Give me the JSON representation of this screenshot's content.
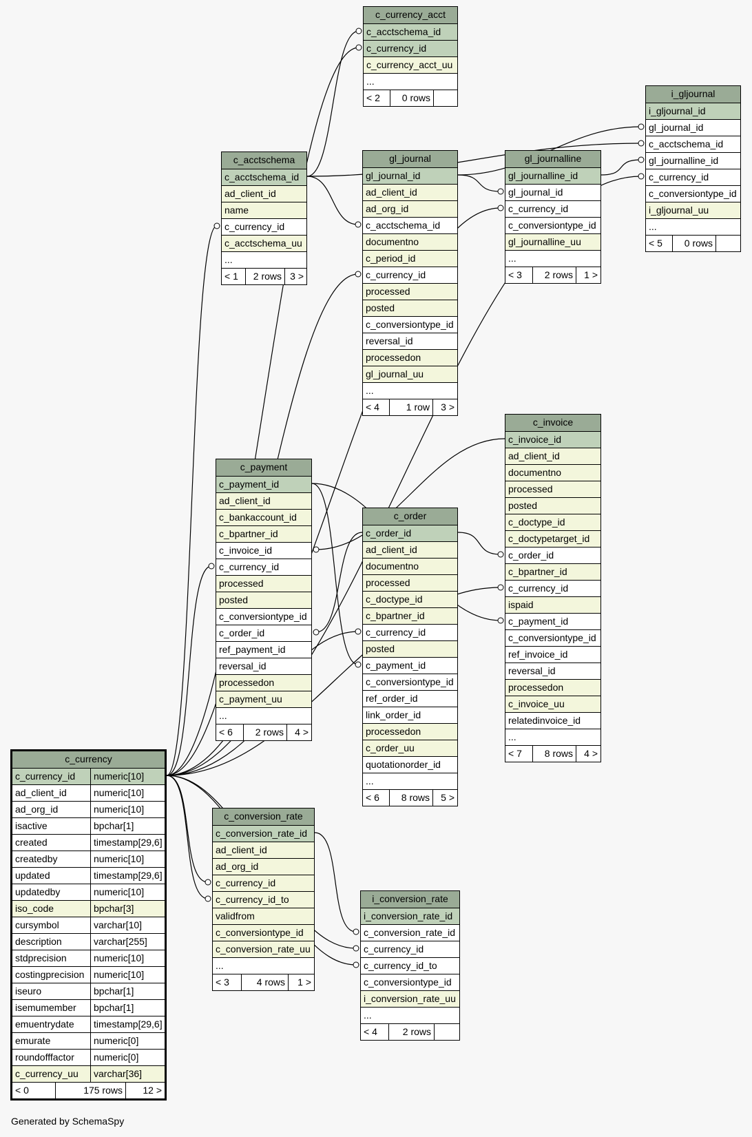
{
  "footer": "Generated by SchemaSpy",
  "tables": [
    {
      "name": "c_currency_acct",
      "rows": [
        [
          "c_acctschema_id",
          "pk"
        ],
        [
          "c_currency_id",
          "pk"
        ],
        [
          "c_currency_acct_uu",
          "idx"
        ],
        [
          "...",
          "fk"
        ]
      ],
      "footer": [
        "< 2",
        "0 rows",
        ""
      ]
    },
    {
      "name": "i_gljournal",
      "rows": [
        [
          "i_gljournal_id",
          "pk"
        ],
        [
          "gl_journal_id",
          "fk"
        ],
        [
          "c_acctschema_id",
          "fk"
        ],
        [
          "gl_journalline_id",
          "fk"
        ],
        [
          "c_currency_id",
          "fk"
        ],
        [
          "c_conversiontype_id",
          "fk"
        ],
        [
          "i_gljournal_uu",
          "idx"
        ],
        [
          "...",
          "fk"
        ]
      ],
      "footer": [
        "< 5",
        "0 rows",
        ""
      ]
    },
    {
      "name": "c_acctschema",
      "rows": [
        [
          "c_acctschema_id",
          "pk"
        ],
        [
          "ad_client_id",
          "idx"
        ],
        [
          "name",
          "idx"
        ],
        [
          "c_currency_id",
          "fk"
        ],
        [
          "c_acctschema_uu",
          "idx"
        ],
        [
          "...",
          "fk"
        ]
      ],
      "footer": [
        "< 1",
        "2 rows",
        "3 >"
      ]
    },
    {
      "name": "gl_journal",
      "rows": [
        [
          "gl_journal_id",
          "pk"
        ],
        [
          "ad_client_id",
          "idx"
        ],
        [
          "ad_org_id",
          "idx"
        ],
        [
          "c_acctschema_id",
          "fk"
        ],
        [
          "documentno",
          "idx"
        ],
        [
          "c_period_id",
          "idx"
        ],
        [
          "c_currency_id",
          "fk"
        ],
        [
          "processed",
          "idx"
        ],
        [
          "posted",
          "idx"
        ],
        [
          "c_conversiontype_id",
          "fk"
        ],
        [
          "reversal_id",
          "fk"
        ],
        [
          "processedon",
          "idx"
        ],
        [
          "gl_journal_uu",
          "idx"
        ],
        [
          "...",
          "fk"
        ]
      ],
      "footer": [
        "< 4",
        "1 row",
        "3 >"
      ]
    },
    {
      "name": "gl_journalline",
      "rows": [
        [
          "gl_journalline_id",
          "pk"
        ],
        [
          "gl_journal_id",
          "fk"
        ],
        [
          "c_currency_id",
          "fk"
        ],
        [
          "c_conversiontype_id",
          "fk"
        ],
        [
          "gl_journalline_uu",
          "idx"
        ],
        [
          "...",
          "fk"
        ]
      ],
      "footer": [
        "< 3",
        "2 rows",
        "1 >"
      ]
    },
    {
      "name": "c_invoice",
      "rows": [
        [
          "c_invoice_id",
          "pk"
        ],
        [
          "ad_client_id",
          "idx"
        ],
        [
          "documentno",
          "idx"
        ],
        [
          "processed",
          "idx"
        ],
        [
          "posted",
          "idx"
        ],
        [
          "c_doctype_id",
          "idx"
        ],
        [
          "c_doctypetarget_id",
          "idx"
        ],
        [
          "c_order_id",
          "fk"
        ],
        [
          "c_bpartner_id",
          "idx"
        ],
        [
          "c_currency_id",
          "fk"
        ],
        [
          "ispaid",
          "idx"
        ],
        [
          "c_payment_id",
          "fk"
        ],
        [
          "c_conversiontype_id",
          "fk"
        ],
        [
          "ref_invoice_id",
          "fk"
        ],
        [
          "reversal_id",
          "fk"
        ],
        [
          "processedon",
          "idx"
        ],
        [
          "c_invoice_uu",
          "idx"
        ],
        [
          "relatedinvoice_id",
          "fk"
        ],
        [
          "...",
          "fk"
        ]
      ],
      "footer": [
        "< 7",
        "8 rows",
        "4 >"
      ]
    },
    {
      "name": "c_payment",
      "rows": [
        [
          "c_payment_id",
          "pk"
        ],
        [
          "ad_client_id",
          "idx"
        ],
        [
          "c_bankaccount_id",
          "idx"
        ],
        [
          "c_bpartner_id",
          "idx"
        ],
        [
          "c_invoice_id",
          "fk"
        ],
        [
          "c_currency_id",
          "fk"
        ],
        [
          "processed",
          "idx"
        ],
        [
          "posted",
          "idx"
        ],
        [
          "c_conversiontype_id",
          "fk"
        ],
        [
          "c_order_id",
          "fk"
        ],
        [
          "ref_payment_id",
          "fk"
        ],
        [
          "reversal_id",
          "fk"
        ],
        [
          "processedon",
          "idx"
        ],
        [
          "c_payment_uu",
          "idx"
        ],
        [
          "...",
          "fk"
        ]
      ],
      "footer": [
        "< 6",
        "2 rows",
        "4 >"
      ]
    },
    {
      "name": "c_order",
      "rows": [
        [
          "c_order_id",
          "pk"
        ],
        [
          "ad_client_id",
          "idx"
        ],
        [
          "documentno",
          "idx"
        ],
        [
          "processed",
          "idx"
        ],
        [
          "c_doctype_id",
          "idx"
        ],
        [
          "c_bpartner_id",
          "idx"
        ],
        [
          "c_currency_id",
          "fk"
        ],
        [
          "posted",
          "idx"
        ],
        [
          "c_payment_id",
          "fk"
        ],
        [
          "c_conversiontype_id",
          "fk"
        ],
        [
          "ref_order_id",
          "fk"
        ],
        [
          "link_order_id",
          "fk"
        ],
        [
          "processedon",
          "idx"
        ],
        [
          "c_order_uu",
          "idx"
        ],
        [
          "quotationorder_id",
          "fk"
        ],
        [
          "...",
          "fk"
        ]
      ],
      "footer": [
        "< 6",
        "8 rows",
        "5 >"
      ]
    },
    {
      "name": "c_currency",
      "main": true,
      "rows": [
        [
          "c_currency_id",
          "pk",
          "numeric[10]"
        ],
        [
          "ad_client_id",
          "fk",
          "numeric[10]"
        ],
        [
          "ad_org_id",
          "fk",
          "numeric[10]"
        ],
        [
          "isactive",
          "fk",
          "bpchar[1]"
        ],
        [
          "created",
          "fk",
          "timestamp[29,6]"
        ],
        [
          "createdby",
          "fk",
          "numeric[10]"
        ],
        [
          "updated",
          "fk",
          "timestamp[29,6]"
        ],
        [
          "updatedby",
          "fk",
          "numeric[10]"
        ],
        [
          "iso_code",
          "idx",
          "bpchar[3]"
        ],
        [
          "cursymbol",
          "fk",
          "varchar[10]"
        ],
        [
          "description",
          "fk",
          "varchar[255]"
        ],
        [
          "stdprecision",
          "fk",
          "numeric[10]"
        ],
        [
          "costingprecision",
          "fk",
          "numeric[10]"
        ],
        [
          "iseuro",
          "fk",
          "bpchar[1]"
        ],
        [
          "isemumember",
          "fk",
          "bpchar[1]"
        ],
        [
          "emuentrydate",
          "fk",
          "timestamp[29,6]"
        ],
        [
          "emurate",
          "fk",
          "numeric[0]"
        ],
        [
          "roundofffactor",
          "fk",
          "numeric[0]"
        ],
        [
          "c_currency_uu",
          "idx",
          "varchar[36]"
        ]
      ],
      "footer": [
        "< 0",
        "175 rows",
        "12 >"
      ]
    },
    {
      "name": "c_conversion_rate",
      "rows": [
        [
          "c_conversion_rate_id",
          "pk"
        ],
        [
          "ad_client_id",
          "idx"
        ],
        [
          "ad_org_id",
          "idx"
        ],
        [
          "c_currency_id",
          "idx"
        ],
        [
          "c_currency_id_to",
          "idx"
        ],
        [
          "validfrom",
          "idx"
        ],
        [
          "c_conversiontype_id",
          "idx"
        ],
        [
          "c_conversion_rate_uu",
          "idx"
        ],
        [
          "...",
          "fk"
        ]
      ],
      "footer": [
        "< 3",
        "4 rows",
        "1 >"
      ]
    },
    {
      "name": "i_conversion_rate",
      "rows": [
        [
          "i_conversion_rate_id",
          "pk"
        ],
        [
          "c_conversion_rate_id",
          "fk"
        ],
        [
          "c_currency_id",
          "fk"
        ],
        [
          "c_currency_id_to",
          "fk"
        ],
        [
          "c_conversiontype_id",
          "fk"
        ],
        [
          "i_conversion_rate_uu",
          "idx"
        ],
        [
          "...",
          "fk"
        ]
      ],
      "footer": [
        "< 4",
        "2 rows",
        ""
      ]
    }
  ],
  "relations": [
    [
      "c_currency",
      "c_currency_id",
      "c_currency_acct",
      "c_currency_id"
    ],
    [
      "c_currency",
      "c_currency_id",
      "c_acctschema",
      "c_currency_id"
    ],
    [
      "c_currency",
      "c_currency_id",
      "gl_journal",
      "c_currency_id"
    ],
    [
      "c_currency",
      "c_currency_id",
      "gl_journalline",
      "c_currency_id"
    ],
    [
      "c_currency",
      "c_currency_id",
      "i_gljournal",
      "c_currency_id"
    ],
    [
      "c_currency",
      "c_currency_id",
      "c_payment",
      "c_currency_id"
    ],
    [
      "c_currency",
      "c_currency_id",
      "c_order",
      "c_currency_id"
    ],
    [
      "c_currency",
      "c_currency_id",
      "c_invoice",
      "c_currency_id"
    ],
    [
      "c_currency",
      "c_currency_id",
      "c_conversion_rate",
      "c_currency_id"
    ],
    [
      "c_currency",
      "c_currency_id",
      "c_conversion_rate",
      "c_currency_id_to"
    ],
    [
      "c_currency",
      "c_currency_id",
      "i_conversion_rate",
      "c_currency_id"
    ],
    [
      "c_currency",
      "c_currency_id",
      "i_conversion_rate",
      "c_currency_id_to"
    ],
    [
      "c_acctschema",
      "c_acctschema_id",
      "c_currency_acct",
      "c_acctschema_id"
    ],
    [
      "c_acctschema",
      "c_acctschema_id",
      "gl_journal",
      "c_acctschema_id"
    ],
    [
      "c_acctschema",
      "c_acctschema_id",
      "i_gljournal",
      "c_acctschema_id"
    ],
    [
      "gl_journal",
      "gl_journal_id",
      "gl_journalline",
      "gl_journal_id"
    ],
    [
      "gl_journal",
      "gl_journal_id",
      "i_gljournal",
      "gl_journal_id"
    ],
    [
      "gl_journalline",
      "gl_journalline_id",
      "i_gljournal",
      "gl_journalline_id"
    ],
    [
      "c_invoice",
      "c_invoice_id",
      "c_payment",
      "c_invoice_id"
    ],
    [
      "c_payment",
      "c_payment_id",
      "c_order",
      "c_payment_id"
    ],
    [
      "c_payment",
      "c_payment_id",
      "c_invoice",
      "c_payment_id"
    ],
    [
      "c_order",
      "c_order_id",
      "c_payment",
      "c_order_id"
    ],
    [
      "c_order",
      "c_order_id",
      "c_invoice",
      "c_order_id"
    ],
    [
      "c_conversion_rate",
      "c_conversion_rate_id",
      "i_conversion_rate",
      "c_conversion_rate_id"
    ]
  ]
}
